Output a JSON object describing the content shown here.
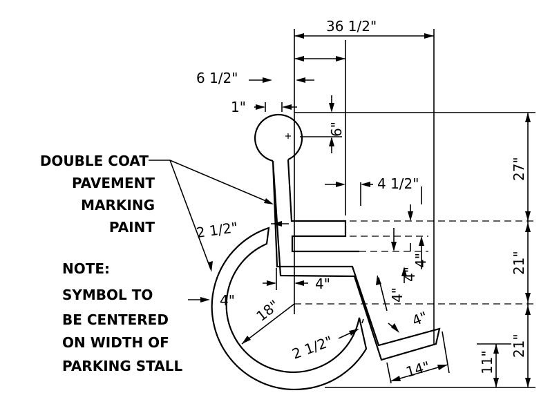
{
  "dimensions": {
    "overall_width": "36 1/2\"",
    "six_half": "6 1/2\"",
    "one": "1\"",
    "six": "6\"",
    "four_half": "4 1/2\"",
    "two_half_top": "2 1/2\"",
    "four_a": "4\"",
    "four_b": "4\"",
    "four_c": "4\"",
    "four_left": "4\"",
    "four_right": "4\"",
    "four_foot": "4\"",
    "eighteen": "18\"",
    "two_half_bottom": "2 1/2\"",
    "fourteen": "14\"",
    "eleven": "11\"",
    "twenty_seven": "27\"",
    "twenty_one_a": "21\"",
    "twenty_one_b": "21\""
  },
  "callout": {
    "line1": "DOUBLE COAT",
    "line2": "PAVEMENT",
    "line3": "MARKING",
    "line4": "PAINT"
  },
  "note": {
    "line1": "NOTE:",
    "line2": "SYMBOL TO",
    "line3": "BE CENTERED",
    "line4": "ON WIDTH OF",
    "line5": "PARKING STALL"
  }
}
